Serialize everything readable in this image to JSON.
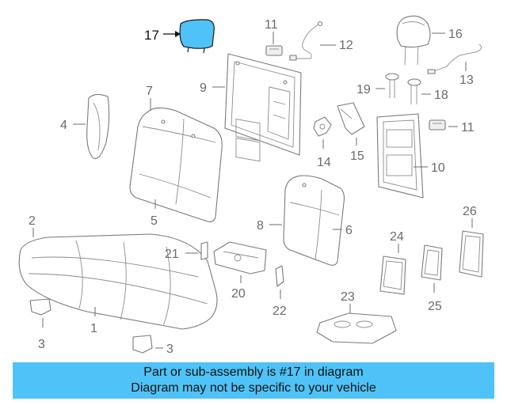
{
  "diagram": {
    "callouts": [
      "17",
      "11",
      "12",
      "16",
      "9",
      "7",
      "19",
      "18",
      "13",
      "4",
      "15",
      "11",
      "14",
      "10",
      "5",
      "8",
      "6",
      "2",
      "26",
      "24",
      "21",
      "20",
      "25",
      "22",
      "23",
      "1",
      "3",
      "3"
    ],
    "highlight_color": "#4fc3f7",
    "highlighted_part": "17"
  },
  "banner": {
    "line1": "Part or sub-assembly is #17 in diagram",
    "line2": "Diagram may not be specific to your vehicle",
    "background": "#4fc3f7"
  }
}
